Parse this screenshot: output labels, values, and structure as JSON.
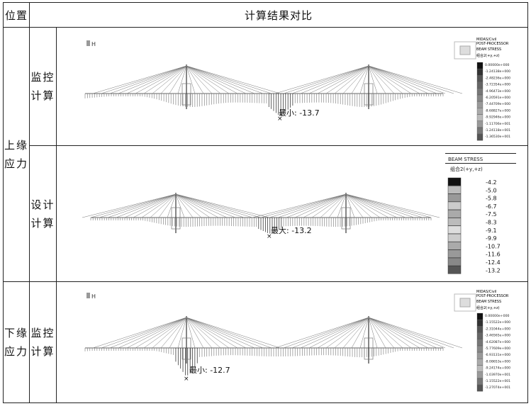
{
  "header": {
    "col_position": "位置",
    "col_result": "计算结果对比"
  },
  "rows": [
    {
      "group": "上缘应力",
      "sub": "监控计算",
      "min_label": "最小: -13.7"
    },
    {
      "group": "",
      "sub": "设计计算",
      "min_label": "最大: -13.2"
    },
    {
      "group": "下缘应力",
      "sub": "监控计算",
      "min_label": "最小: -12.7"
    }
  ],
  "upper_group": [
    "上缘",
    "应力"
  ],
  "lower_group": [
    "下缘",
    "应力"
  ],
  "sub_monitor": [
    "监控",
    "计算"
  ],
  "sub_design": [
    "设计",
    "计算"
  ],
  "midas_legend_1": {
    "lines": [
      "MIDAS/Civil",
      "POST-PROCESSOR",
      "BEAM STRESS"
    ],
    "combo": "组合2(+y,+z)",
    "values": [
      "0.00000e+000",
      "-1.24138e+000",
      "-2.48236e+000",
      "-3.72354e+000",
      "-4.96473e+000",
      "-6.20591e+000",
      "-7.44709e+000",
      "-8.68827e+000",
      "-9.92946e+000",
      "-1.11706e+001",
      "-1.24118e+001",
      "-1.36530e+001"
    ]
  },
  "design_legend": {
    "title": "BEAM STRESS",
    "combo": "组合2(+y,+z)",
    "values": [
      "-4.2",
      "-5.0",
      "-5.8",
      "-6.7",
      "-7.5",
      "-8.3",
      "-9.1",
      "-9.9",
      "-10.7",
      "-11.6",
      "-12.4",
      "-13.2"
    ]
  },
  "midas_legend_3": {
    "lines": [
      "MIDAS/Civil",
      "POST-PROCESSOR",
      "BEAM STRESS"
    ],
    "combo": "组合2(+y,+z)",
    "values": [
      "0.00000e+000",
      "-1.15522e+000",
      "-2.31044e+000",
      "-3.46565e+000",
      "-4.62087e+000",
      "-5.77609e+000",
      "-6.93131e+000",
      "-8.08653e+000",
      "-9.24174e+000",
      "-1.03970e+001",
      "-1.15522e+001",
      "-1.27074e+001"
    ]
  },
  "colors": {
    "border": "#222222",
    "bridge": "#555555",
    "dark": "#111111"
  }
}
